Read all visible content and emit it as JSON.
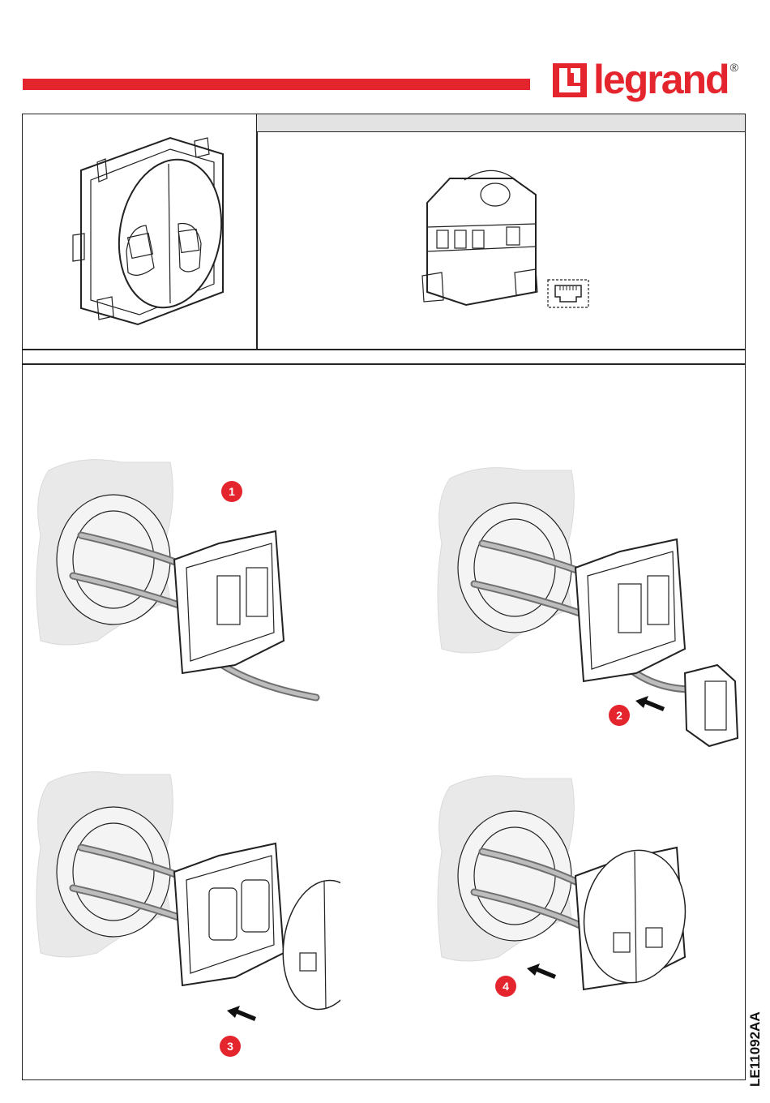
{
  "brand": {
    "name": "legrand",
    "registered_mark": "®"
  },
  "document": {
    "reference": "LE11092AA"
  },
  "steps": [
    {
      "number": "1"
    },
    {
      "number": "2"
    },
    {
      "number": "3"
    },
    {
      "number": "4"
    }
  ],
  "colors": {
    "accent": "#e4252d",
    "wall": "#e9e9e9",
    "frame": "#222222"
  },
  "icons": [
    "rj45-socket-icon",
    "double-rj45-outlet-illustration",
    "rj45-connector-module-illustration"
  ]
}
